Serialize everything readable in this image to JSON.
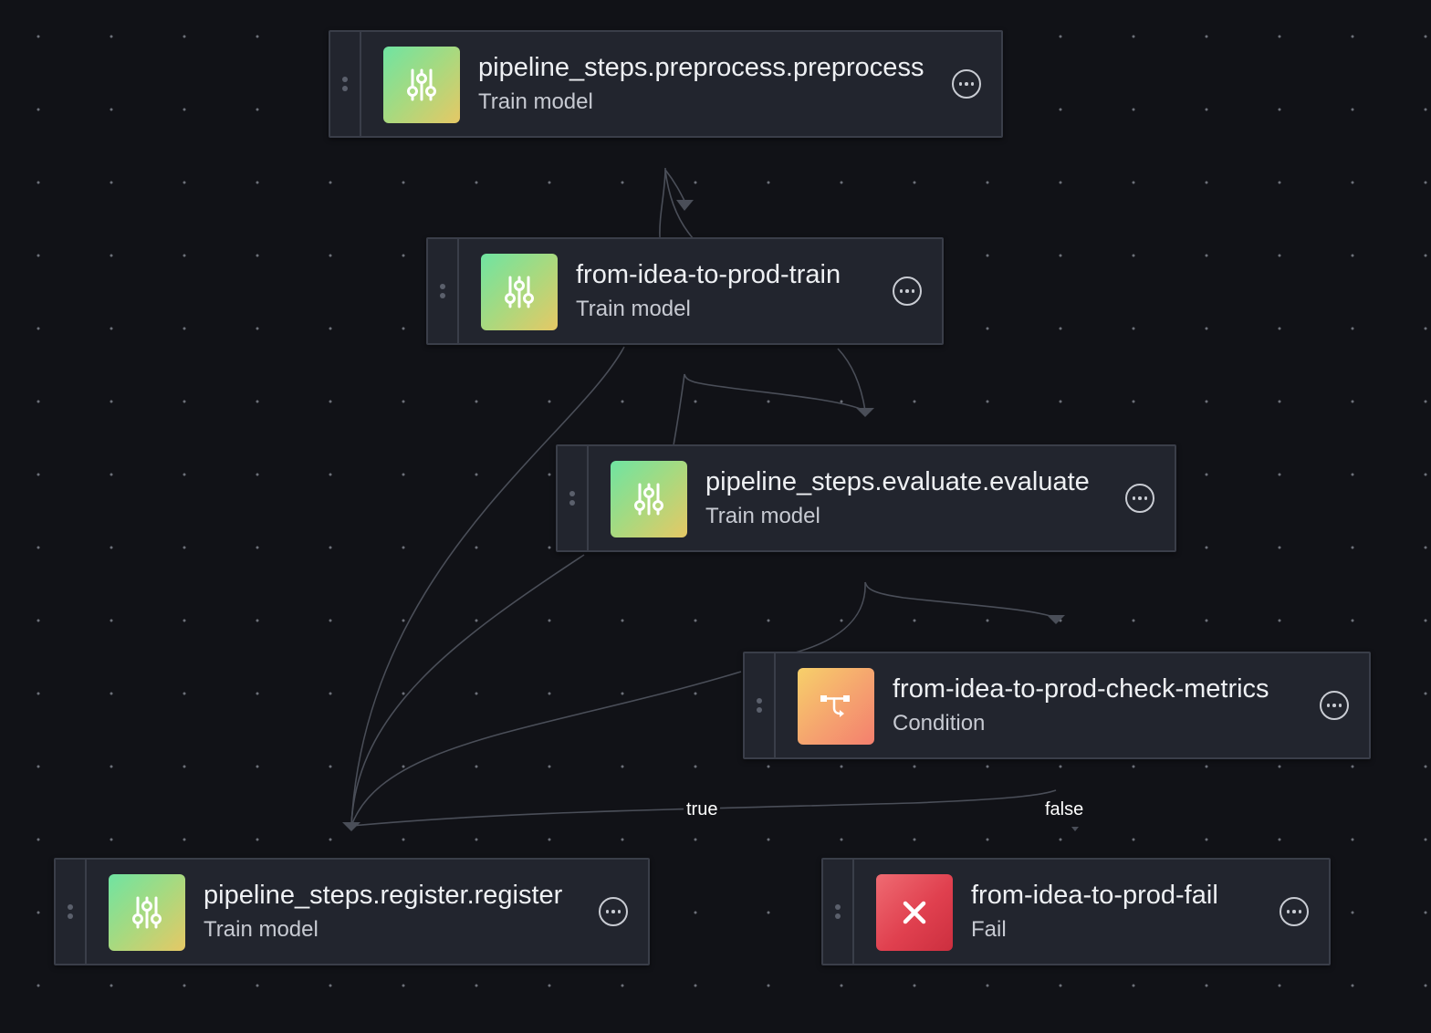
{
  "nodes": [
    {
      "id": "preprocess",
      "title": "pipeline_steps.preprocess.preprocess",
      "subtitle": "Train model",
      "icon": "sliders-icon"
    },
    {
      "id": "train",
      "title": "from-idea-to-prod-train",
      "subtitle": "Train model",
      "icon": "sliders-icon"
    },
    {
      "id": "evaluate",
      "title": "pipeline_steps.evaluate.evaluate",
      "subtitle": "Train model",
      "icon": "sliders-icon"
    },
    {
      "id": "check_metrics",
      "title": "from-idea-to-prod-check-metrics",
      "subtitle": "Condition",
      "icon": "branch-icon"
    },
    {
      "id": "register",
      "title": "pipeline_steps.register.register",
      "subtitle": "Train model",
      "icon": "sliders-icon"
    },
    {
      "id": "fail",
      "title": "from-idea-to-prod-fail",
      "subtitle": "Fail",
      "icon": "close-icon"
    }
  ],
  "edge_labels": {
    "true": "true",
    "false": "false"
  },
  "colors": {
    "background": "#111217",
    "node_bg": "#22252e",
    "node_border": "#3a3e49",
    "edge": "#4a4e58"
  }
}
